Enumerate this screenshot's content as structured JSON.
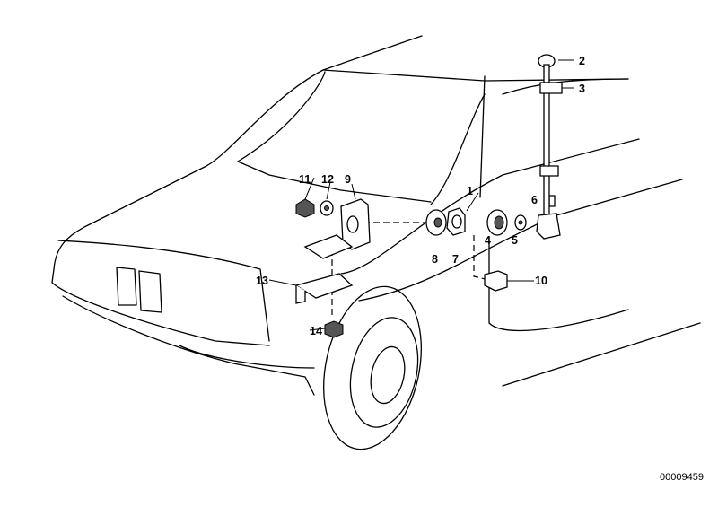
{
  "diagram": {
    "part_labels": {
      "p1": "1",
      "p2": "2",
      "p3": "3",
      "p4": "4",
      "p5": "5",
      "p6": "6",
      "p7": "7",
      "p8": "8",
      "p9": "9",
      "p10": "10",
      "p11": "11",
      "p12": "12",
      "p13": "13",
      "p14": "14"
    },
    "document_number": "00009459"
  }
}
